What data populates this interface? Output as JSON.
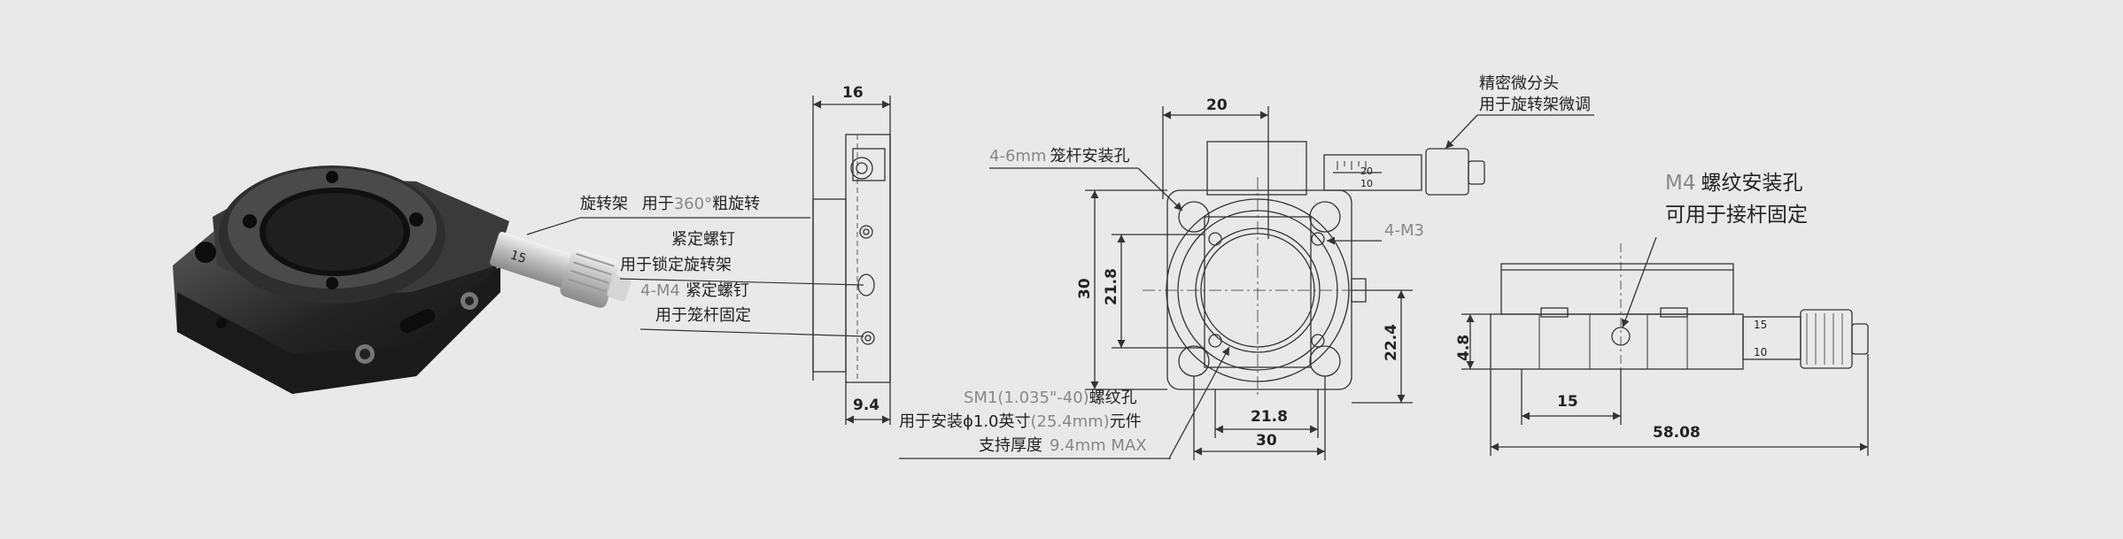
{
  "colors": {
    "background": "#e9e9e9",
    "line": "#333333",
    "stage_body": "#2b2b2b",
    "stage_highlight": "#6a6a6a",
    "micrometer": "#c9c9c9"
  },
  "callouts_product": {
    "rotation_frame": [
      "旋转架",
      "用于",
      "360°",
      "粗旋转"
    ],
    "lock_screw_title": "紧定螺钉",
    "lock_screw_desc": "用于锁定旋转架",
    "m4_screw_prefix": "4-M4",
    "m4_screw_title": "紧定螺钉",
    "m4_screw_desc": "用于笼杆固定"
  },
  "side_view": {
    "dim_width": "16",
    "dim_bottom": "9.4"
  },
  "front_view": {
    "dim_top": "20",
    "dim_height_outer": "30",
    "dim_height_inner": "21.8",
    "dim_right": "22.4",
    "dim_bottom_inner": "21.8",
    "dim_bottom_outer": "30",
    "cage_hole_prefix": "4-6mm",
    "cage_hole_label": "笼杆安装孔",
    "m3_label": "4-M3",
    "micrometer_title": "精密微分头",
    "micrometer_desc": "用于旋转架微调",
    "thread_line1_prefix": "SM1(1.035\"-40)",
    "thread_line1_suffix": "螺纹孔",
    "thread_line2_a": "用于安装",
    "thread_line2_b": "ϕ1.0",
    "thread_line2_c": "英寸",
    "thread_line2_d": "(25.4mm)",
    "thread_line2_e": "元件",
    "thread_line3_a": "支持厚度",
    "thread_line3_b": "9.4mm MAX",
    "scale_20": "20",
    "scale_10": "10"
  },
  "top_view": {
    "m4_title_prefix": "M4",
    "m4_title": "螺纹安装孔",
    "m4_desc": "可用于接杆固定",
    "dim_height": "4.8",
    "dim_15": "15",
    "dim_total": "58.08",
    "scale_15": "15",
    "scale_10": "10"
  },
  "product_scale": "15"
}
